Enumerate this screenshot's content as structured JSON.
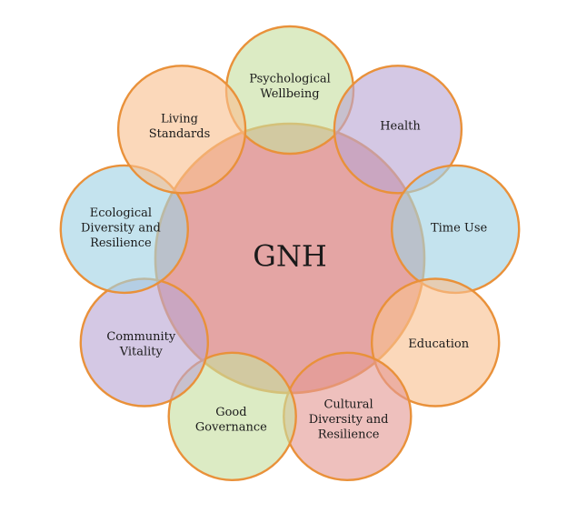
{
  "diagram": {
    "center": {
      "label": "GNH",
      "color": "#dc8c8a"
    },
    "stroke_color": "#e9913a",
    "petals": [
      {
        "id": "psychological-wellbeing",
        "lines": [
          "Psychological",
          "Wellbeing"
        ],
        "color": "#c7dea0"
      },
      {
        "id": "health",
        "lines": [
          "Health"
        ],
        "color": "#b9a7d4"
      },
      {
        "id": "time-use",
        "lines": [
          "Time Use"
        ],
        "color": "#9fd2e3"
      },
      {
        "id": "education",
        "lines": [
          "Education"
        ],
        "color": "#f9c08f"
      },
      {
        "id": "cultural-diversity-and-resilience",
        "lines": [
          "Cultural",
          "Diversity and",
          "Resilience"
        ],
        "color": "#e49a95"
      },
      {
        "id": "good-governance",
        "lines": [
          "Good",
          "Governance"
        ],
        "color": "#c7dea0"
      },
      {
        "id": "community-vitality",
        "lines": [
          "Community",
          "Vitality"
        ],
        "color": "#b9a7d4"
      },
      {
        "id": "ecological-diversity-and-resilience",
        "lines": [
          "Ecological",
          "Diversity and",
          "Resilience"
        ],
        "color": "#9fd2e3"
      },
      {
        "id": "living-standards",
        "lines": [
          "Living",
          "Standards"
        ],
        "color": "#f9c08f"
      }
    ]
  }
}
